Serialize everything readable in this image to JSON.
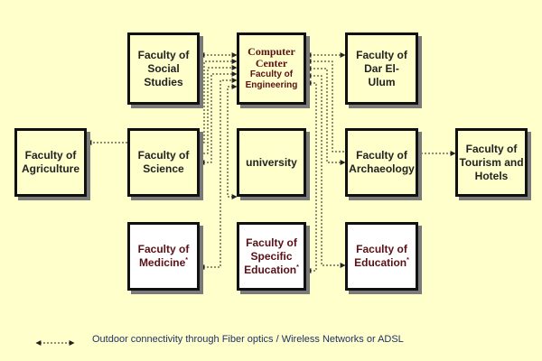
{
  "boxes": {
    "computer_center": {
      "title": "Computer\nCenter",
      "subtitle": "Faculty of\nEngineering"
    },
    "social_studies": {
      "label": "Faculty of\nSocial\nStudies"
    },
    "dar_el_ulum": {
      "label": "Faculty of\nDar El-\nUlum"
    },
    "agriculture": {
      "label": "Faculty of\nAgriculture"
    },
    "science": {
      "label": "Faculty of\nScience"
    },
    "university": {
      "label": "university"
    },
    "archaeology": {
      "label": "Faculty of\nArchaeology"
    },
    "tourism": {
      "label": "Faculty of\nTourism and\nHotels"
    },
    "medicine": {
      "label": "Faculty of\nMedicine",
      "mark": "*"
    },
    "specific_education": {
      "label": "Faculty of\nSpecific\nEducation",
      "mark": "*"
    },
    "education": {
      "label": "Faculty of\nEducation",
      "mark": "*"
    }
  },
  "legend": {
    "text": "Outdoor connectivity through Fiber optics / Wireless Networks or ADSL"
  },
  "colors": {
    "background": "#FFFFCC",
    "border": "#111111",
    "shadow": "#7a7a7a",
    "line": "#222222",
    "title_dark_red": "#5a1015",
    "legend_text": "#1f3264"
  }
}
